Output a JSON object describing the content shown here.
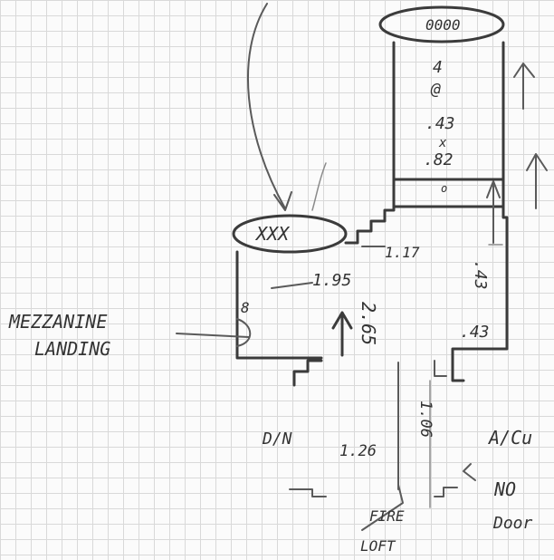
{
  "labels": {
    "stack_header": "0000",
    "room_top_line1": "4",
    "room_top_line2": "@",
    "room_top_line3": ".43",
    "room_top_line4": "x",
    "room_top_line5": ".82",
    "room_top_mark": "o",
    "xxx_oval": "XXX",
    "dim_1_17": "1.17",
    "dim_1_95": "1.95",
    "dim_2_65": "2.65",
    "dim_43_right": ".43",
    "dim_43_bottom": ".43",
    "dim_1_26": "1.26",
    "dim_1_06": "1.06",
    "side_note": "8",
    "mezzanine_line1": "MEZZANINE",
    "mezzanine_line2": "LANDING",
    "dn": "D/N",
    "a_cu": "A/Cu",
    "no_line1": "NO",
    "no_line2": "Door",
    "fire_line1": "FIRE",
    "fire_line2": "LOFT"
  }
}
